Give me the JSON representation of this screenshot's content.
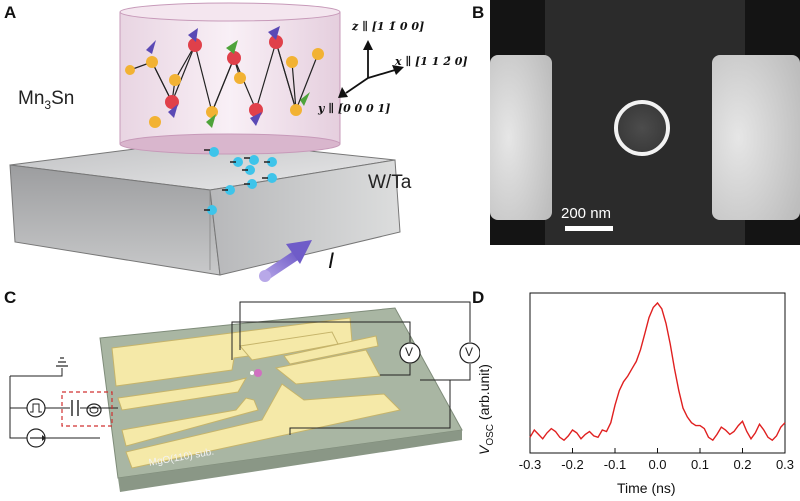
{
  "panels": {
    "a": {
      "letter": "A",
      "material_label": "Mn",
      "material_sub": "3",
      "material_tail": "Sn",
      "layer_label": "W/Ta",
      "current_label": "I",
      "axes": {
        "z": "z ∥ [1 1̄ 0 0]",
        "x": "x ∥ [1 1 2̄ 0]",
        "y": "y ∥ [0 0 0 1]"
      }
    },
    "b": {
      "letter": "B",
      "scale_bar_label": "200 nm"
    },
    "c": {
      "letter": "C",
      "substrate_label": "MgO(110) sub.",
      "voltmeter_symbol": "V"
    },
    "d": {
      "letter": "D"
    }
  },
  "chart_data": {
    "type": "line",
    "xlabel": "Time (ns)",
    "ylabel_main": "V",
    "ylabel_sub": "OSC",
    "ylabel_unit": " (arb.unit)",
    "xlim": [
      -0.3,
      0.3
    ],
    "ylim": [
      0,
      1
    ],
    "x_ticks": [
      "-0.3",
      "-0.2",
      "-0.1",
      "0.0",
      "0.1",
      "0.2",
      "0.3"
    ],
    "line_color": "#e02020",
    "series": [
      {
        "x": [
          -0.3,
          -0.29,
          -0.28,
          -0.27,
          -0.26,
          -0.25,
          -0.24,
          -0.23,
          -0.22,
          -0.21,
          -0.2,
          -0.19,
          -0.18,
          -0.17,
          -0.16,
          -0.15,
          -0.14,
          -0.13,
          -0.12,
          -0.11,
          -0.1,
          -0.09,
          -0.08,
          -0.07,
          -0.06,
          -0.05,
          -0.04,
          -0.03,
          -0.02,
          -0.01,
          0.0,
          0.01,
          0.02,
          0.03,
          0.04,
          0.05,
          0.06,
          0.07,
          0.08,
          0.09,
          0.1,
          0.11,
          0.12,
          0.13,
          0.14,
          0.15,
          0.16,
          0.17,
          0.18,
          0.19,
          0.2,
          0.21,
          0.22,
          0.23,
          0.24,
          0.25,
          0.26,
          0.27,
          0.28,
          0.29,
          0.3
        ],
        "y": [
          0.08,
          0.13,
          0.1,
          0.07,
          0.11,
          0.14,
          0.12,
          0.08,
          0.06,
          0.09,
          0.13,
          0.11,
          0.07,
          0.1,
          0.12,
          0.09,
          0.08,
          0.13,
          0.12,
          0.18,
          0.3,
          0.4,
          0.46,
          0.5,
          0.55,
          0.6,
          0.68,
          0.79,
          0.9,
          0.97,
          1.0,
          0.96,
          0.86,
          0.72,
          0.55,
          0.4,
          0.28,
          0.22,
          0.18,
          0.16,
          0.16,
          0.14,
          0.08,
          0.06,
          0.1,
          0.15,
          0.13,
          0.1,
          0.12,
          0.16,
          0.19,
          0.12,
          0.07,
          0.11,
          0.17,
          0.13,
          0.08,
          0.06,
          0.09,
          0.15,
          0.18
        ]
      }
    ]
  }
}
